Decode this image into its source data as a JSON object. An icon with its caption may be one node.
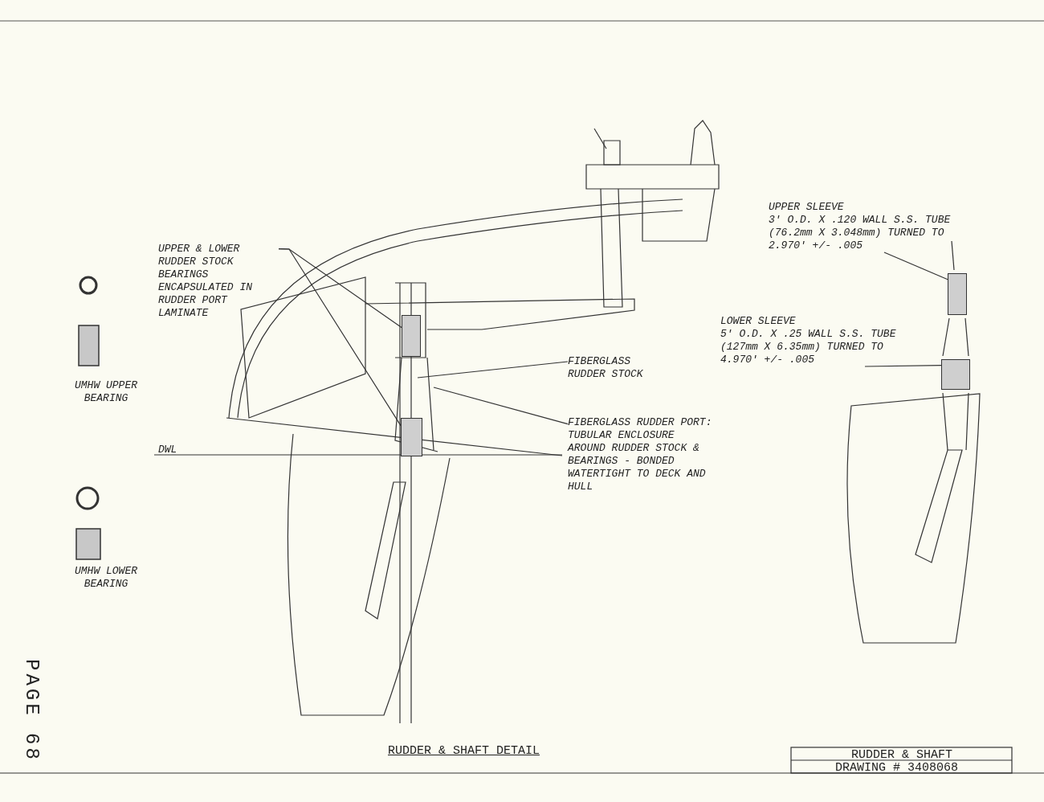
{
  "diagram": {
    "title": "RUDDER & SHAFT DETAIL",
    "nodes": [
      {
        "text": [
          "UPPER & LOWER RUDDER STOCK BEARINGS ENCAPSULATED IN RUDDER PORT LAMINATE"
        ]
      },
      {
        "text": [],
        "shape": "box"
      },
      {
        "text": [],
        "shape": "box"
      },
      {
        "text": [
          "FIBERGLASS RUDDER STOCK"
        ]
      },
      {
        "text": [
          "FIBERGLASS RUDDER PORT: TUBULAR ENCLOSURE AROUND RUDDER STOCK & BEARINGS - BONDED WATERTIGHT TO DECK AND HULL"
        ]
      },
      {
        "text": [
          "UPPER SLEEVE",
          "3′ O.D. X .120 WALL S.S. TUBE (76.2mm X 3.048mm) TURNED TO 2.970′ +/- .005"
        ]
      },
      {
        "text": [],
        "shape": "box"
      },
      {
        "text": [
          "LOWER SLEEVE",
          "5′ O.D. X .25 WALL S.S. TUBE (127mm X 6.35mm) TURNED TO 4.970′ +/- .005"
        ]
      },
      {
        "text": [],
        "shape": "box"
      }
    ],
    "edges": [
      {
        "from": 0,
        "to": 1,
        "arrow": "none"
      },
      {
        "from": 0,
        "to": 2,
        "arrow": "none"
      },
      {
        "from": 3,
        "to": null,
        "arrow": "none"
      },
      {
        "from": 4,
        "to": null,
        "arrow": "none"
      },
      {
        "from": 5,
        "to": 6,
        "arrow": "none"
      },
      {
        "from": 7,
        "to": 8,
        "arrow": "none"
      }
    ],
    "labels": [
      "DWL",
      "UMHW UPPER BEARING",
      "UMHW LOWER BEARING",
      "PAGE 68",
      "RUDDER & SHAFT",
      "DRAWING # 3408068"
    ]
  }
}
